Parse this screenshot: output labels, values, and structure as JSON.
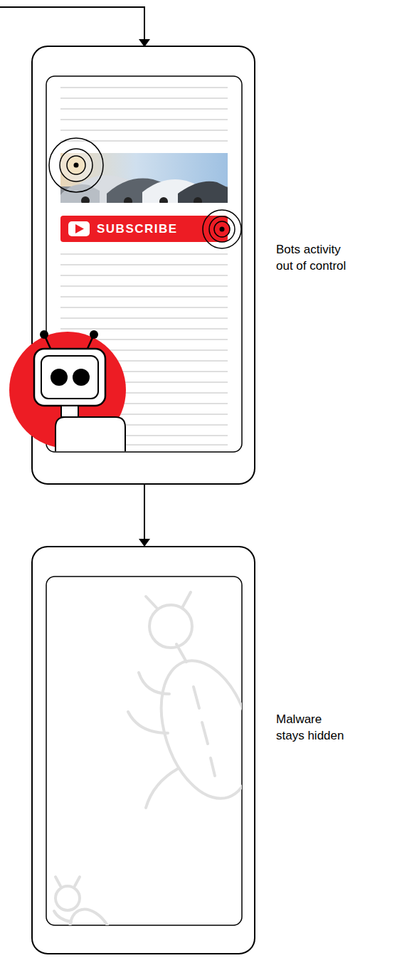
{
  "diagram": {
    "nodes": [
      {
        "text": [
          "SUBSCRIBE",
          "Bots activity out of control"
        ]
      },
      {
        "text": [
          "Malware stays hidden"
        ]
      }
    ],
    "edges": [
      {
        "from": 0,
        "to": 1,
        "arrow": "to"
      }
    ]
  }
}
